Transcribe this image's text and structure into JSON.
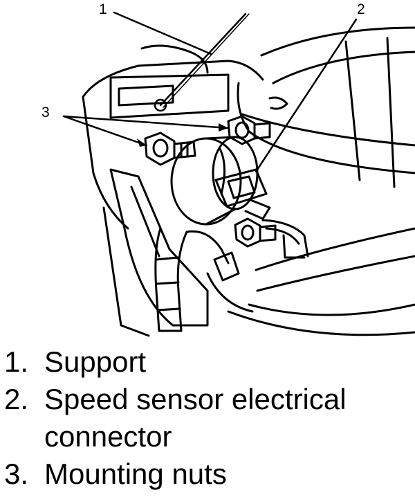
{
  "callouts": {
    "c1": "1",
    "c2": "2",
    "c3": "3"
  },
  "legend": [
    {
      "number": "1.",
      "text": "Support"
    },
    {
      "number": "2.",
      "text": "Speed sensor electrical connector"
    },
    {
      "number": "3.",
      "text": "Mounting nuts"
    }
  ],
  "colors": {
    "ink": "#000000",
    "paper": "#ffffff"
  }
}
